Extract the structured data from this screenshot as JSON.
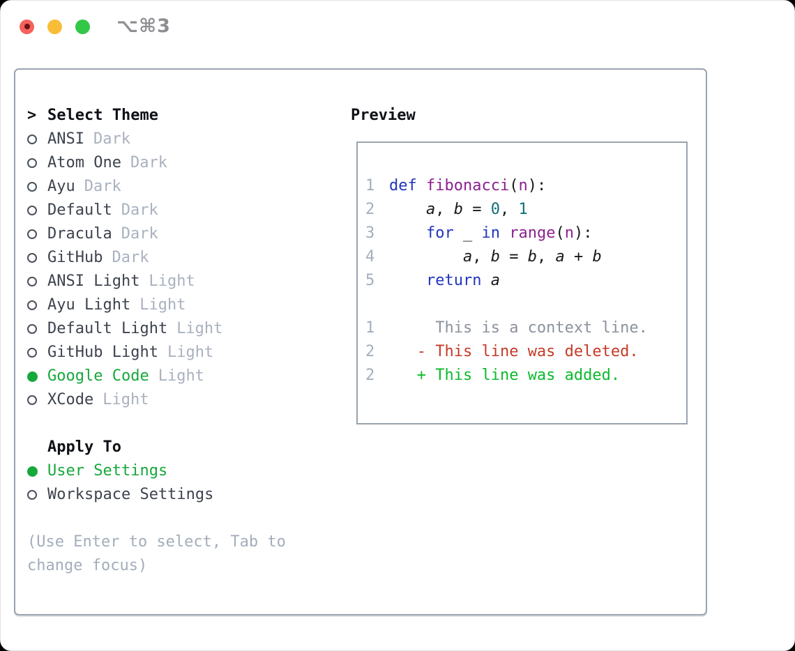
{
  "titlebar": {
    "shortcut": "⌥⌘3"
  },
  "theme_list": {
    "marker": ">",
    "title": "Select Theme",
    "items": [
      {
        "name": "ANSI",
        "variant": "Dark",
        "selected": false
      },
      {
        "name": "Atom One",
        "variant": "Dark",
        "selected": false
      },
      {
        "name": "Ayu",
        "variant": "Dark",
        "selected": false
      },
      {
        "name": "Default",
        "variant": "Dark",
        "selected": false
      },
      {
        "name": "Dracula",
        "variant": "Dark",
        "selected": false
      },
      {
        "name": "GitHub",
        "variant": "Dark",
        "selected": false
      },
      {
        "name": "ANSI Light",
        "variant": "Light",
        "selected": false
      },
      {
        "name": "Ayu Light",
        "variant": "Light",
        "selected": false
      },
      {
        "name": "Default Light",
        "variant": "Light",
        "selected": false
      },
      {
        "name": "GitHub Light",
        "variant": "Light",
        "selected": false
      },
      {
        "name": "Google Code",
        "variant": "Light",
        "selected": true
      },
      {
        "name": "XCode",
        "variant": "Light",
        "selected": false
      }
    ]
  },
  "apply_to": {
    "title": "Apply To",
    "options": [
      {
        "label": "User Settings",
        "selected": true
      },
      {
        "label": "Workspace Settings",
        "selected": false
      }
    ]
  },
  "help_text": "(Use Enter to select, Tab to change focus)",
  "preview": {
    "title": "Preview",
    "code_lines": [
      {
        "num": "1",
        "segments": [
          {
            "t": "def",
            "s": "kw"
          },
          {
            "t": " ",
            "s": "p"
          },
          {
            "t": "fibonacci",
            "s": "fn"
          },
          {
            "t": "(",
            "s": "p"
          },
          {
            "t": "n",
            "s": "fn"
          },
          {
            "t": "):",
            "s": "p"
          }
        ]
      },
      {
        "num": "2",
        "segments": [
          {
            "t": "    ",
            "s": "p"
          },
          {
            "t": "a",
            "s": "v"
          },
          {
            "t": ", ",
            "s": "p"
          },
          {
            "t": "b",
            "s": "v"
          },
          {
            "t": " = ",
            "s": "p"
          },
          {
            "t": "0",
            "s": "n"
          },
          {
            "t": ", ",
            "s": "p"
          },
          {
            "t": "1",
            "s": "n"
          }
        ]
      },
      {
        "num": "3",
        "segments": [
          {
            "t": "    ",
            "s": "p"
          },
          {
            "t": "for",
            "s": "kw"
          },
          {
            "t": " _ ",
            "s": "p"
          },
          {
            "t": "in",
            "s": "kw"
          },
          {
            "t": " ",
            "s": "p"
          },
          {
            "t": "range",
            "s": "fn"
          },
          {
            "t": "(",
            "s": "p"
          },
          {
            "t": "n",
            "s": "fn"
          },
          {
            "t": "):",
            "s": "p"
          }
        ]
      },
      {
        "num": "4",
        "segments": [
          {
            "t": "        ",
            "s": "p"
          },
          {
            "t": "a",
            "s": "v"
          },
          {
            "t": ", ",
            "s": "p"
          },
          {
            "t": "b",
            "s": "v"
          },
          {
            "t": " = ",
            "s": "p"
          },
          {
            "t": "b",
            "s": "v"
          },
          {
            "t": ", ",
            "s": "p"
          },
          {
            "t": "a",
            "s": "v"
          },
          {
            "t": " + ",
            "s": "p"
          },
          {
            "t": "b",
            "s": "v"
          }
        ]
      },
      {
        "num": "5",
        "segments": [
          {
            "t": "    ",
            "s": "p"
          },
          {
            "t": "return",
            "s": "kw"
          },
          {
            "t": " ",
            "s": "p"
          },
          {
            "t": "a",
            "s": "v"
          }
        ]
      },
      {
        "num": "",
        "segments": []
      },
      {
        "num": "1",
        "segments": [
          {
            "t": "     ",
            "s": "p"
          },
          {
            "t": "This is a context line.",
            "s": "ctx"
          }
        ]
      },
      {
        "num": "2",
        "segments": [
          {
            "t": "   ",
            "s": "p"
          },
          {
            "t": "- This line was deleted.",
            "s": "del"
          }
        ]
      },
      {
        "num": "2",
        "segments": [
          {
            "t": "   ",
            "s": "p"
          },
          {
            "t": "+ This line was added.",
            "s": "add"
          }
        ]
      }
    ]
  },
  "colors": {
    "accent_green": "#16a83b",
    "added_green": "#0cb92c",
    "deleted_red": "#c43b26",
    "keyword_blue": "#2135bd",
    "function_purple": "#8c2190",
    "number_teal": "#116f75",
    "panel_border": "#99a3ae",
    "traffic_red": "#f5615c",
    "traffic_yellow": "#f8bd38",
    "traffic_green": "#33c748"
  }
}
